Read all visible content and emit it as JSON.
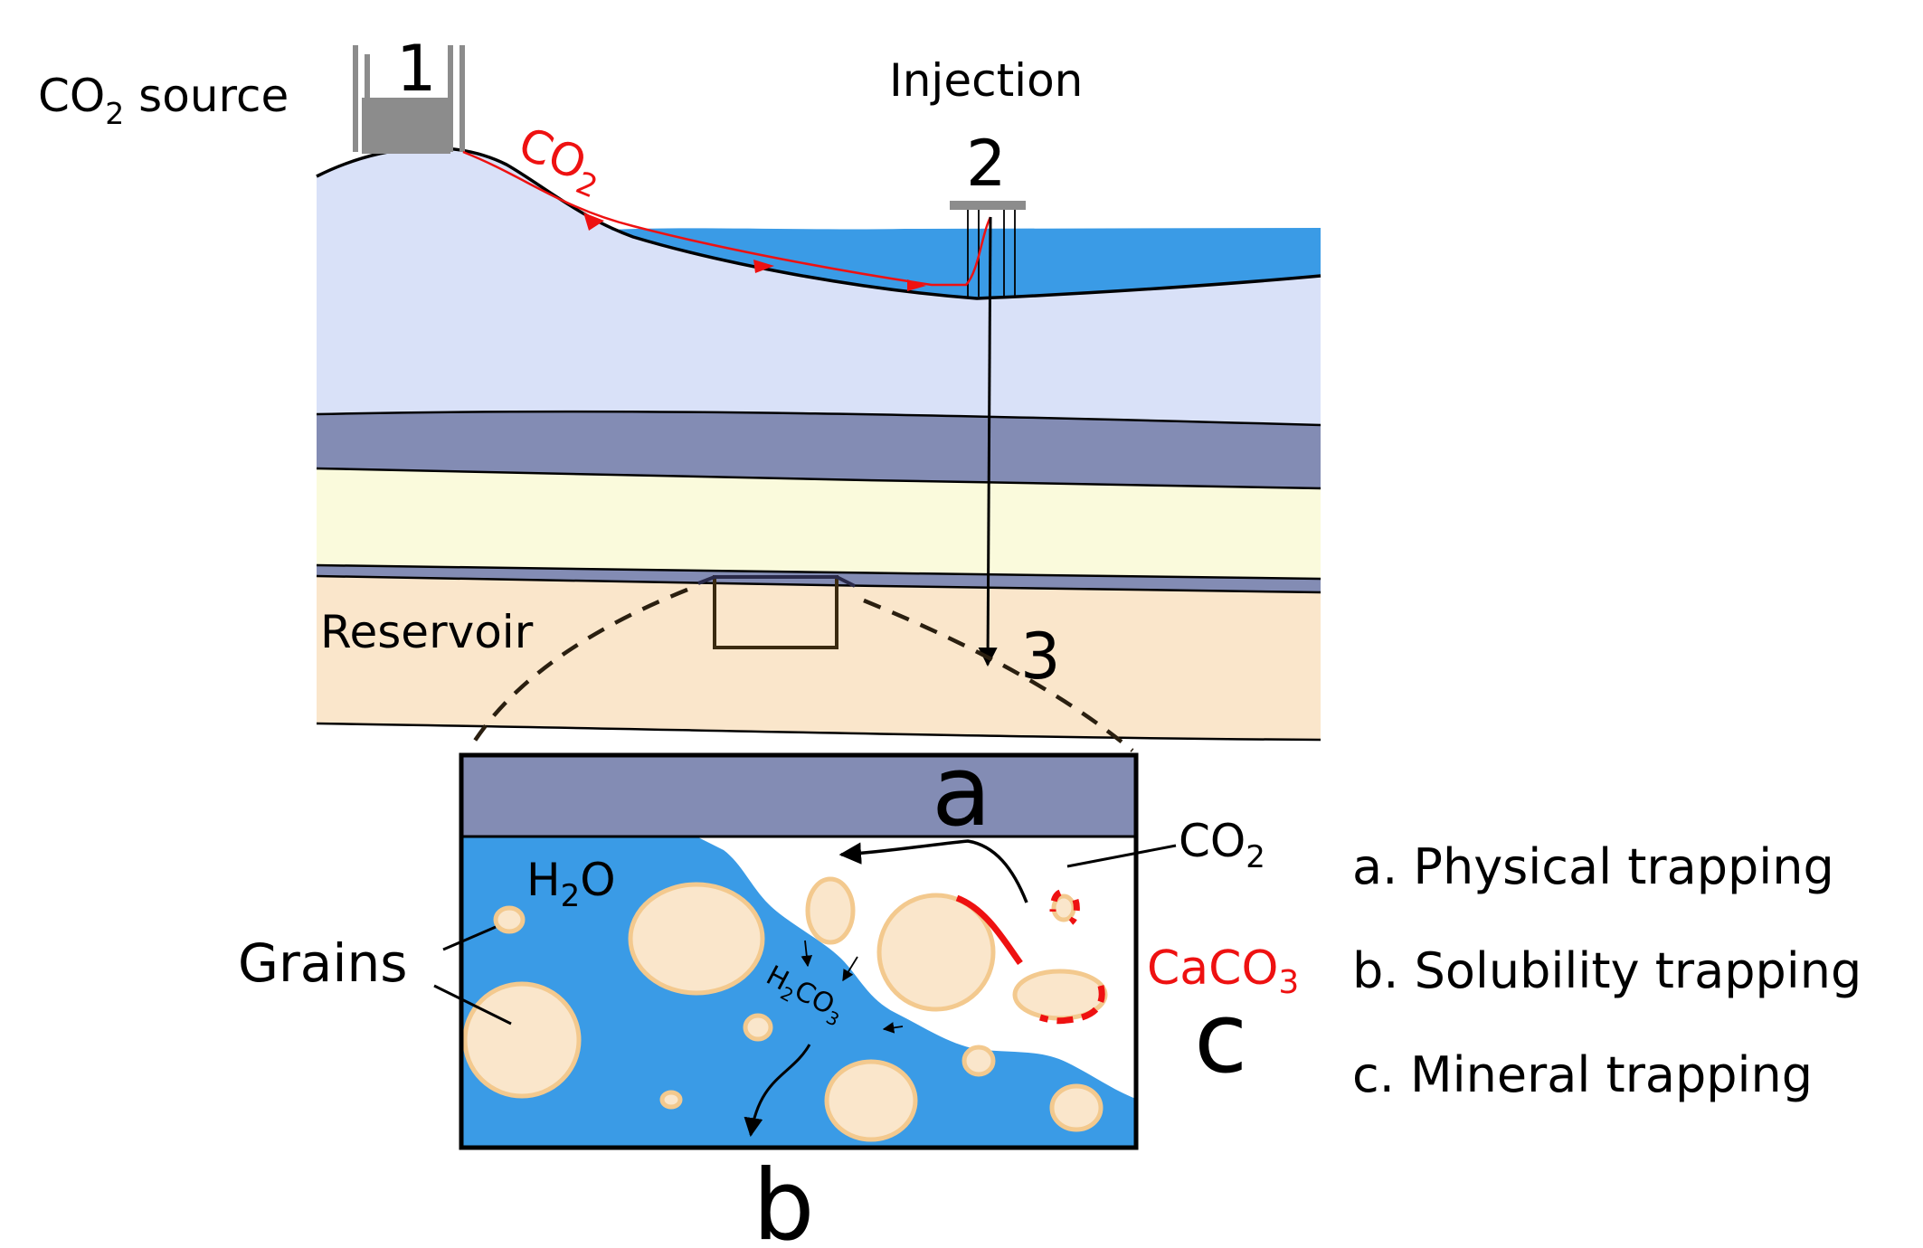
{
  "labels": {
    "source_prefix": "CO",
    "source_sub": "2",
    "source_suffix": " source",
    "step_1": "1",
    "pipeline_co2": "CO",
    "pipeline_co2_sub": "2",
    "injection": "Injection",
    "step_2": "2",
    "reservoir": "Reservoir",
    "step_3": "3",
    "letter_a": "a",
    "letter_b": "b",
    "letter_c": "c",
    "water": "H",
    "water_sub": "2",
    "water_suffix": "O",
    "co2_inset": "CO",
    "co2_inset_sub": "2",
    "grains": "Grains",
    "carbonic_h": "H",
    "carbonic_sub1": "2",
    "carbonic_co": "CO",
    "carbonic_sub2": "3",
    "calcite": "CaCO",
    "calcite_sub": "3"
  },
  "legend": [
    "a. Physical trapping",
    "b. Solubility trapping",
    "c. Mineral trapping"
  ],
  "colors": {
    "sky_layer": "#d9e1f8",
    "sea": "#3a9be6",
    "cap_rock": "#838cb4",
    "sand_layer": "#fafadc",
    "reservoir": "#fae6cb",
    "grain_fill": "#fae6cb",
    "grain_edge": "#f3c98e",
    "co2_red": "#ee1111",
    "equipment": "#8c8c8c"
  }
}
